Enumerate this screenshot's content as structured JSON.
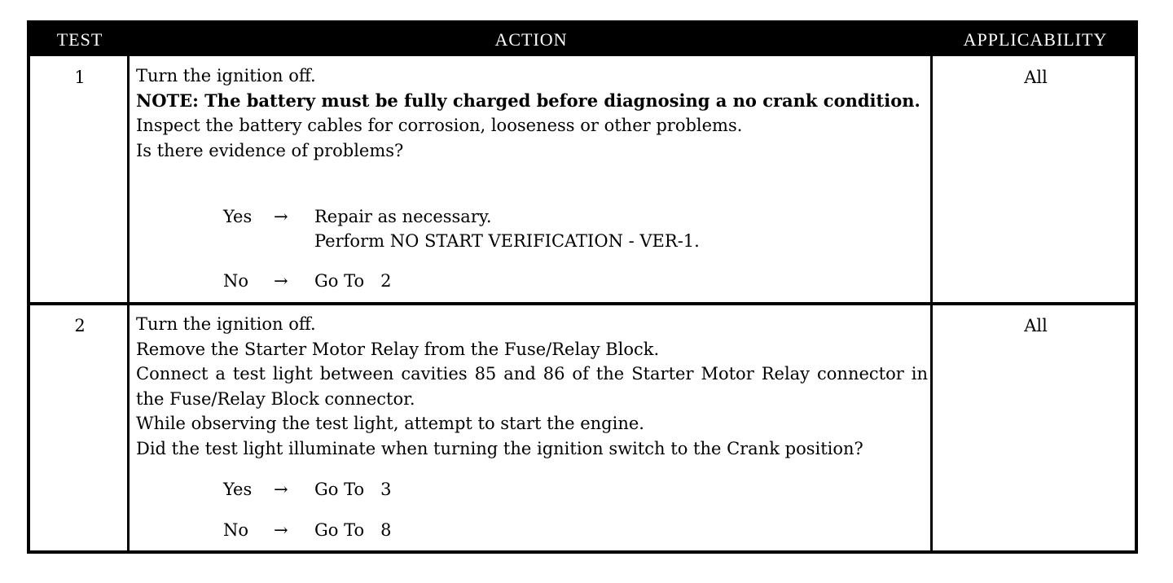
{
  "headers": {
    "test": "TEST",
    "action": "ACTION",
    "applicability": "APPLICABILITY"
  },
  "rows": [
    {
      "test": "1",
      "applicability": "All",
      "lines": [
        "Turn the ignition off.",
        "NOTE: The battery must be fully charged before diagnosing a no crank condition.",
        "Inspect the battery cables for corrosion, looseness or other problems.",
        "Is there evidence of problems?"
      ],
      "yes": {
        "label": "Yes",
        "arrow": "→",
        "result_line1": "Repair as necessary.",
        "result_line2": "Perform NO START VERIFICATION - VER-1."
      },
      "no": {
        "label": "No",
        "arrow": "→",
        "result": "Go To   2"
      }
    },
    {
      "test": "2",
      "applicability": "All",
      "lines": [
        "Turn the ignition off.",
        "Remove the Starter Motor Relay from the Fuse/Relay Block.",
        "Connect a test light between cavities 85 and 86 of the Starter Motor Relay connector in the Fuse/Relay Block connector.",
        "While observing the test light, attempt to start the engine.",
        "Did the test light illuminate when turning the ignition switch to the Crank position?"
      ],
      "yes": {
        "label": "Yes",
        "arrow": "→",
        "result": "Go To   3"
      },
      "no": {
        "label": "No",
        "arrow": "→",
        "result": "Go To   8"
      }
    }
  ]
}
